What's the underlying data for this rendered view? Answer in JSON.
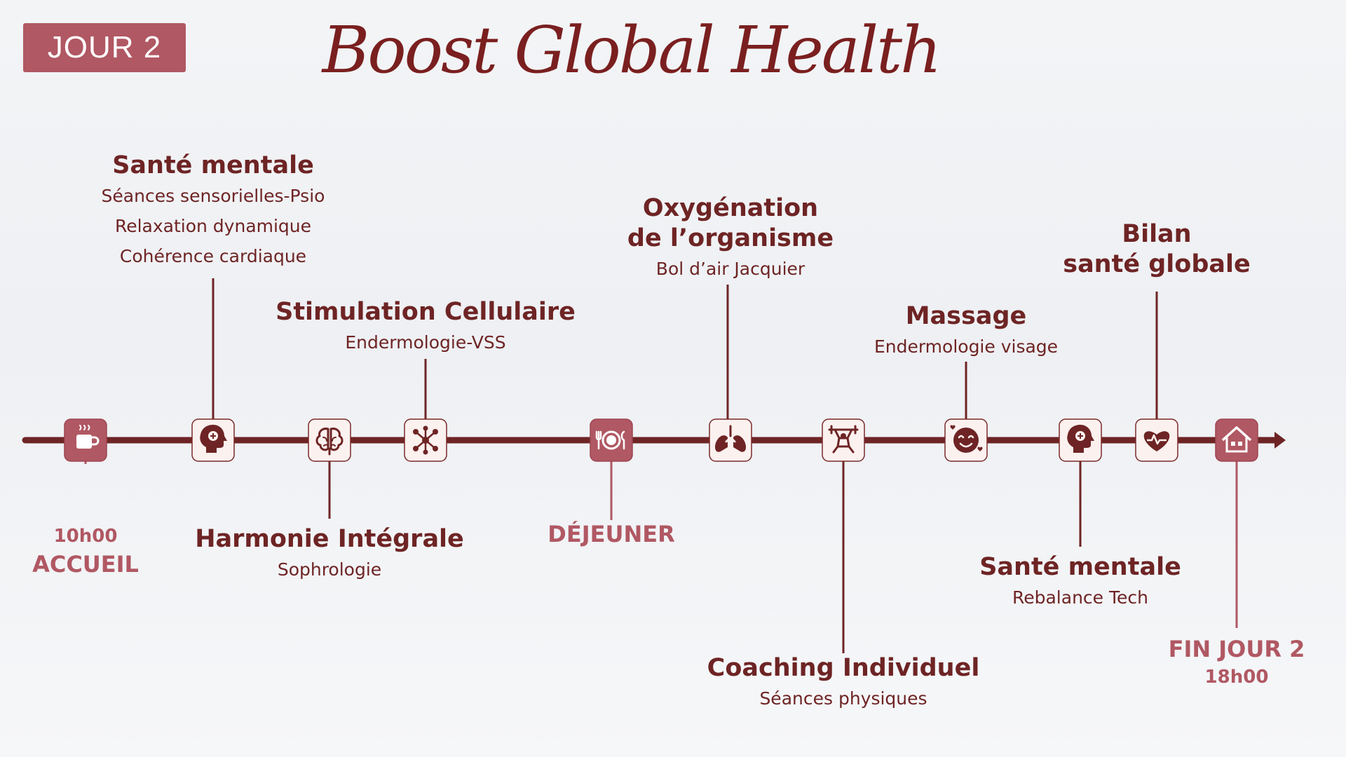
{
  "badge": "JOUR 2",
  "title": "Boost Global Health",
  "colors": {
    "line": "#6e2424",
    "accent": "#b05863",
    "icon_fill": "#fbf1ef"
  },
  "milestones": [
    {
      "icon": "coffee-icon",
      "side": "below",
      "accent": true,
      "time": "10h00",
      "heading": "ACCUEIL"
    },
    {
      "icon": "head-brain-icon",
      "side": "above",
      "heading": "Santé mentale",
      "lines": [
        "Séances sensorielles-Psio",
        "Relaxation dynamique",
        "Cohérence cardiaque"
      ]
    },
    {
      "icon": "brain-icon",
      "side": "below",
      "heading": "Harmonie Intégrale",
      "lines": [
        "Sophrologie"
      ]
    },
    {
      "icon": "cells-network-icon",
      "side": "above",
      "heading": "Stimulation Cellulaire",
      "lines": [
        "Endermologie-VSS"
      ]
    },
    {
      "icon": "dining-icon",
      "side": "below",
      "accent": true,
      "heading": "DÉJEUNER"
    },
    {
      "icon": "lungs-icon",
      "side": "above",
      "heading_lines": [
        "Oxygénation",
        "de l’organisme"
      ],
      "lines": [
        "Bol d’air Jacquier"
      ]
    },
    {
      "icon": "weightlifter-icon",
      "side": "below",
      "heading": "Coaching Individuel",
      "lines": [
        "Séances physiques"
      ]
    },
    {
      "icon": "smiling-face-icon",
      "side": "above",
      "heading": "Massage",
      "lines": [
        "Endermologie visage"
      ]
    },
    {
      "icon": "head-brain-icon",
      "side": "below",
      "heading": "Santé mentale",
      "lines": [
        "Rebalance Tech"
      ]
    },
    {
      "icon": "heart-pulse-icon",
      "side": "above",
      "heading_lines": [
        "Bilan",
        "santé globale"
      ]
    },
    {
      "icon": "home-icon",
      "side": "below",
      "accent": true,
      "heading": "FIN JOUR 2",
      "time": "18h00"
    }
  ]
}
